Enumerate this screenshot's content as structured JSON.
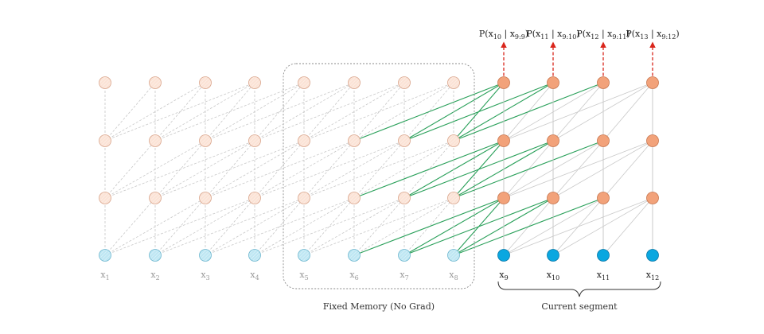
{
  "memory_box_label": "Fixed Memory (No Grad)",
  "segment_label": "Current segment",
  "memory_tokens": [
    {
      "base": "x",
      "sub": "1"
    },
    {
      "base": "x",
      "sub": "2"
    },
    {
      "base": "x",
      "sub": "3"
    },
    {
      "base": "x",
      "sub": "4"
    },
    {
      "base": "x",
      "sub": "5"
    },
    {
      "base": "x",
      "sub": "6"
    },
    {
      "base": "x",
      "sub": "7"
    },
    {
      "base": "x",
      "sub": "8"
    }
  ],
  "segment_tokens": [
    {
      "base": "x",
      "sub": "9"
    },
    {
      "base": "x",
      "sub": "10"
    },
    {
      "base": "x",
      "sub": "11"
    },
    {
      "base": "x",
      "sub": "12"
    }
  ],
  "predictions": [
    {
      "pre": "P(x",
      "sub1": "10",
      "mid": " | x",
      "sub2": "9:9",
      "post": ")"
    },
    {
      "pre": "P(x",
      "sub1": "11",
      "mid": " | x",
      "sub2": "9:10",
      "post": ")"
    },
    {
      "pre": "P(x",
      "sub1": "12",
      "mid": " | x",
      "sub2": "9:11",
      "post": ")"
    },
    {
      "pre": "P(x",
      "sub1": "13",
      "mid": " | x",
      "sub2": "9:12",
      "post": ")"
    }
  ],
  "colors": {
    "old_hidden": "#fbe3d6",
    "old_hidden_stroke": "#d9a58c",
    "old_input": "#bfe7f3",
    "old_input_stroke": "#6fb7cf",
    "cur_hidden": "#f2a27a",
    "cur_hidden_stroke": "#c8764e",
    "cur_input": "#0aa7e0",
    "cur_input_stroke": "#0a78a8",
    "memory_edge": "#c8c8c8",
    "current_edge": "#c9c9c9",
    "memory_to_current_edge": "#2aa05a",
    "prediction_arrow": "#d9261c"
  }
}
